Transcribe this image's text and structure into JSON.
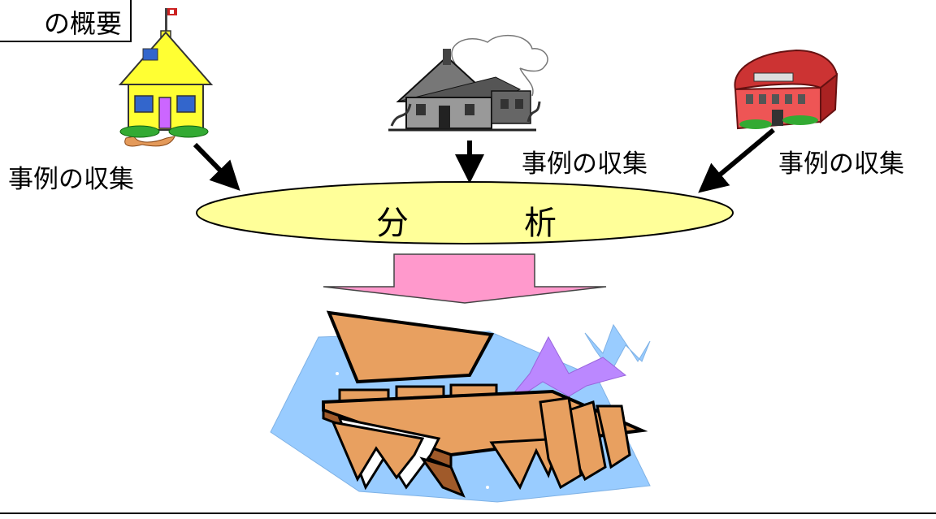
{
  "title": "の概要",
  "labels": {
    "left": "事例の収集",
    "center": "事例の収集",
    "right": "事例の収集"
  },
  "analysis": {
    "char1": "分",
    "char2": "析"
  },
  "colors": {
    "ellipse_fill": "#ffff99",
    "down_arrow_fill": "#ff99cc",
    "house_yellow": "#ffff33",
    "school_red": "#cc3333",
    "meeting_sky": "#99ccff",
    "table_wood": "#e8a060",
    "lightning_purple": "#bb88ff"
  },
  "icons": {
    "left_building": "yellow-house-icon",
    "center_building": "old-schoolhouse-icon",
    "right_building": "red-school-icon",
    "result": "meeting-table-icon"
  }
}
